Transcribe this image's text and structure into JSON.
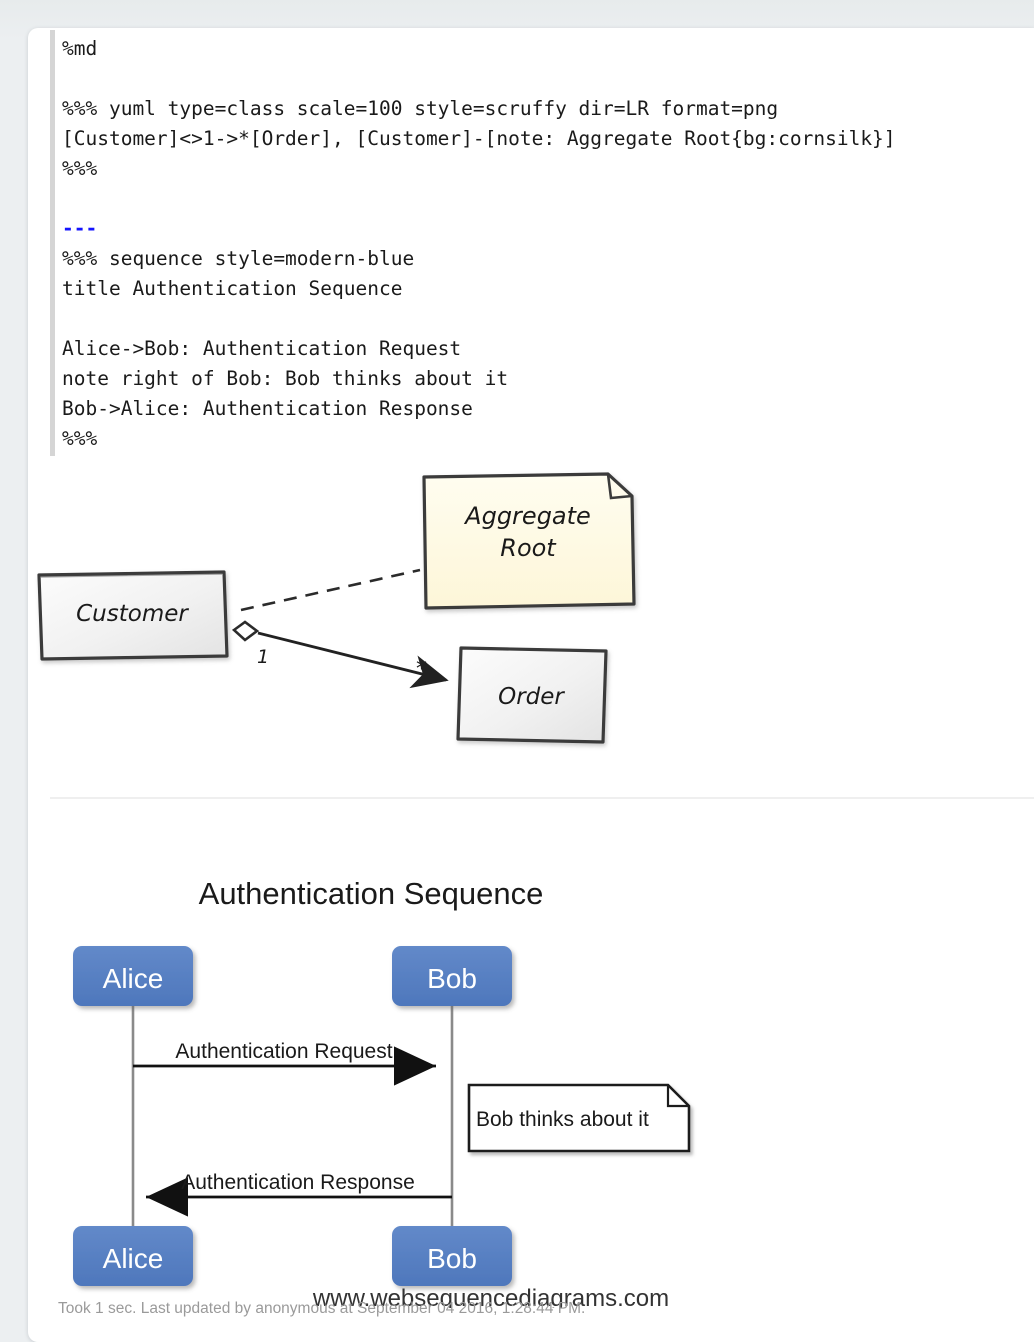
{
  "notebook": {
    "code_lines": [
      {
        "text": "%md",
        "type": "plain"
      },
      {
        "text": "",
        "type": "blank"
      },
      {
        "text": "%%% yuml type=class scale=100 style=scruffy dir=LR format=png",
        "type": "plain"
      },
      {
        "text": "[Customer]<>1->*[Order], [Customer]-[note: Aggregate Root{bg:cornsilk}]",
        "type": "plain"
      },
      {
        "text": "%%%",
        "type": "plain"
      },
      {
        "text": "",
        "type": "blank"
      },
      {
        "text": "---",
        "type": "hr"
      },
      {
        "text": "%%% sequence style=modern-blue",
        "type": "plain"
      },
      {
        "text": "title Authentication Sequence",
        "type": "plain"
      },
      {
        "text": "",
        "type": "blank"
      },
      {
        "text": "Alice->Bob: Authentication Request",
        "type": "plain"
      },
      {
        "text": "note right of Bob: Bob thinks about it",
        "type": "plain"
      },
      {
        "text": "Bob->Alice: Authentication Response",
        "type": "plain"
      },
      {
        "text": "%%%",
        "type": "plain"
      }
    ],
    "status": "Took 1 sec. Last updated by anonymous at September 04 2016, 1:28:44 PM."
  },
  "class_diagram": {
    "style": "scruffy",
    "direction": "LR",
    "classes": [
      {
        "id": "customer",
        "label": "Customer"
      },
      {
        "id": "order",
        "label": "Order"
      }
    ],
    "note": {
      "label_line1": "Aggregate",
      "label_line2": "Root",
      "bg": "#fffadf"
    },
    "relations": [
      {
        "from": "Customer",
        "to": "Order",
        "type": "aggregation",
        "from_multiplicity": "1",
        "to_multiplicity": "*"
      },
      {
        "from": "Customer",
        "to": "note",
        "type": "dashed"
      }
    ],
    "colors": {
      "class_fill": "#f0f0f0",
      "stroke": "#2b2b2b",
      "note_fill": "#fffadf"
    }
  },
  "sequence_diagram": {
    "title": "Authentication Sequence",
    "style": "modern-blue",
    "participants": [
      {
        "name": "Alice"
      },
      {
        "name": "Bob"
      }
    ],
    "messages": [
      {
        "from": "Alice",
        "to": "Bob",
        "label": "Authentication Request",
        "direction": "right"
      },
      {
        "from": "Bob",
        "to": "Alice",
        "label": "Authentication Response",
        "direction": "left"
      }
    ],
    "notes": [
      {
        "anchor": "right of Bob",
        "label": "Bob thinks about it"
      }
    ],
    "watermark": "www.websequencediagrams.com",
    "colors": {
      "actor_fill": "#5580c4",
      "actor_text": "#ffffff",
      "line": "#7a7a7a",
      "arrow": "#111111"
    }
  }
}
